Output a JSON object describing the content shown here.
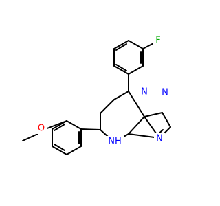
{
  "molecule": {
    "atoms": {
      "fluorine": {
        "label": "F",
        "color": "#00aa00"
      },
      "oxygen": {
        "label": "O",
        "color": "#ff0000"
      },
      "nh": {
        "label": "NH",
        "color": "#0000ff"
      },
      "n_bridge": {
        "label": "N",
        "color": "#0000ff"
      },
      "n_top": {
        "label": "N",
        "color": "#0000ff"
      },
      "n_right": {
        "label": "N",
        "color": "#0000ff"
      }
    }
  }
}
